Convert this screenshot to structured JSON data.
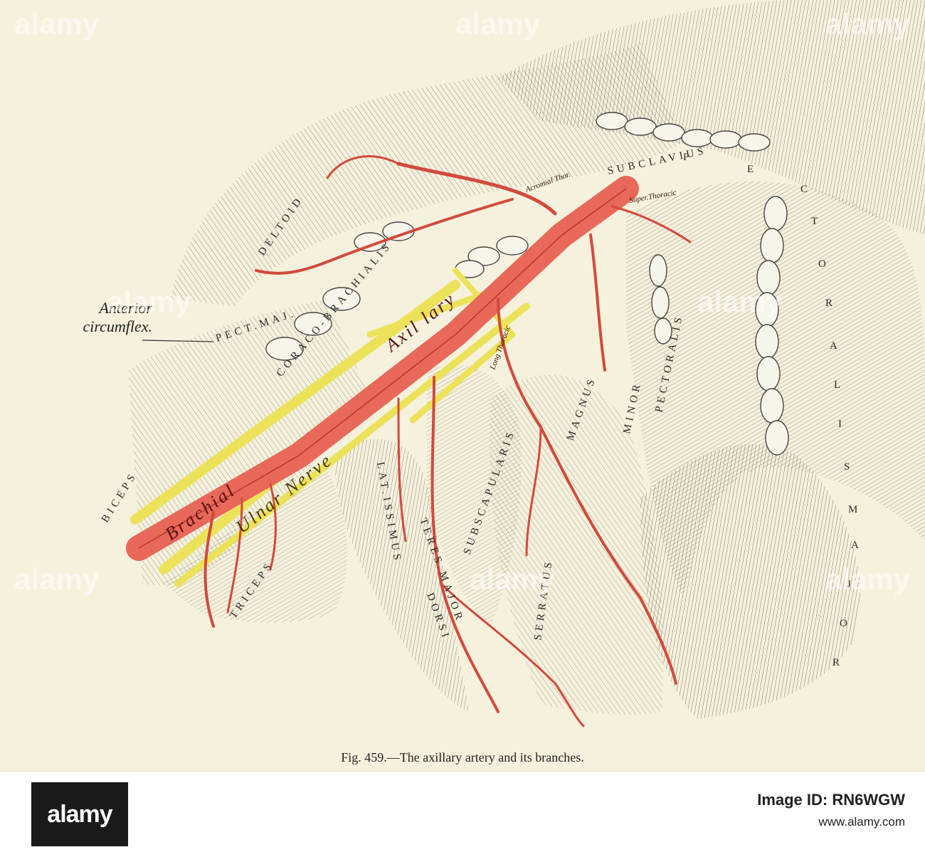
{
  "figure": {
    "caption": "Fig. 459.—The axillary artery and its branches.",
    "callout": [
      "Anterior",
      "circumflex."
    ]
  },
  "labels": {
    "deltoid": "DELTOID",
    "pect_maj": "PECT.MAJ.",
    "coraco_brachialis": "CORACO-BRACHIALIS",
    "biceps": "BICEPS",
    "triceps": "TRICEPS",
    "latissimus": "LAT.ISSIMUS",
    "dorsi": "DORSI",
    "teres": "TERES MAJOR",
    "subscapularis": "SUBSCAPULARIS",
    "serratus": "SERRATUS",
    "magnus": "MAGNUS",
    "pectoralis_minor": "PECTORALIS",
    "minor": "MINOR",
    "subclavius": "SUBCLAVIUS",
    "pectoralis_major": [
      "P",
      "E",
      "C",
      "T",
      "O",
      "R",
      "A",
      "L",
      "I",
      "S",
      "M",
      "A",
      "J",
      "O",
      "R"
    ],
    "brachial": "Brachial",
    "axillary": "Axil  lary",
    "ulnar_nerve": "Ulnar Nerve",
    "acromial": "Acromial Thor.",
    "superior_thoracic": "Super.Thoracic",
    "long_thoracic": "Long Thoracic"
  },
  "watermark": "alamy",
  "footer": {
    "brand": "alamy",
    "image_id": "Image ID: RN6WGW",
    "site": "www.alamy.com"
  },
  "colors": {
    "artery": "#e8685a",
    "artery_dark": "#b8362c",
    "nerve": "#ece25a",
    "paper": "#f5f1dc",
    "muscle": "#e9e6d3"
  }
}
